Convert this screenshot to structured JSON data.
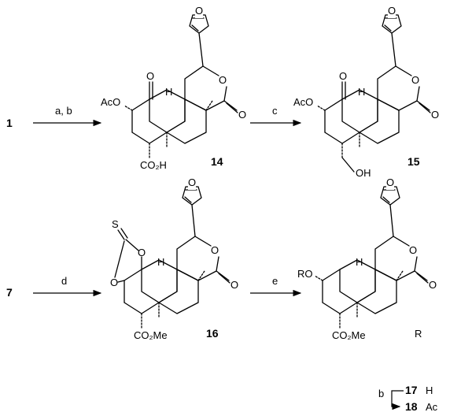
{
  "compounds": {
    "c1": "1",
    "c14": "14",
    "c15": "15",
    "c7": "7",
    "c16": "16",
    "c17": "17",
    "c18": "18"
  },
  "reagents": {
    "ab": "a, b",
    "c": "c",
    "d": "d",
    "e": "e",
    "b": "b"
  },
  "atoms": {
    "AcO": "AcO",
    "O": "O",
    "H": "H",
    "CO2H": "CO₂H",
    "OH": "OH",
    "S": "S",
    "CO2Me": "CO₂Me",
    "RO": "RO",
    "R": "R"
  },
  "legend": {
    "r_h": "H",
    "r_ac": "Ac"
  }
}
